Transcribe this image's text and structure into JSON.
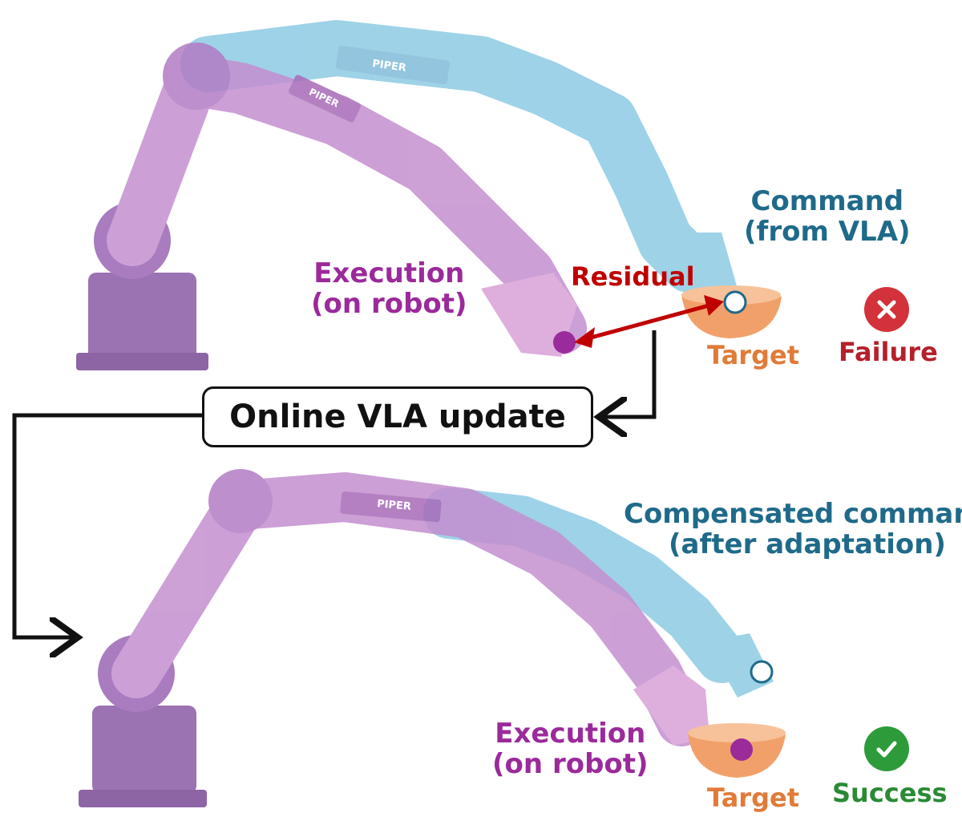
{
  "colors": {
    "execution": "#9b2a9b",
    "command": "#1f6a8a",
    "residual": "#c00000",
    "target": "#e07b39",
    "failure": "#d3323a",
    "failure_text": "#b5202a",
    "success": "#2e9b3a",
    "success_text": "#2a8a35",
    "robot_exec": "#a66bb8",
    "robot_cmd": "#7ec3e0",
    "bowl": "#f2a06a",
    "arrow": "#111111"
  },
  "icons": {
    "failure": "close-icon",
    "success": "check-icon"
  },
  "top": {
    "command": [
      "Command",
      "(from VLA)"
    ],
    "execution": [
      "Execution",
      "(on robot)"
    ],
    "residual": "Residual",
    "target": "Target",
    "status": "Failure",
    "robot_logo": [
      "PIPER",
      "PIPER"
    ]
  },
  "update": {
    "label": "Online VLA update"
  },
  "bottom": {
    "command": [
      "Compensated command",
      "(after adaptation)"
    ],
    "execution": [
      "Execution",
      "(on robot)"
    ],
    "target": "Target",
    "status": "Success",
    "robot_logo": "PIPER"
  }
}
